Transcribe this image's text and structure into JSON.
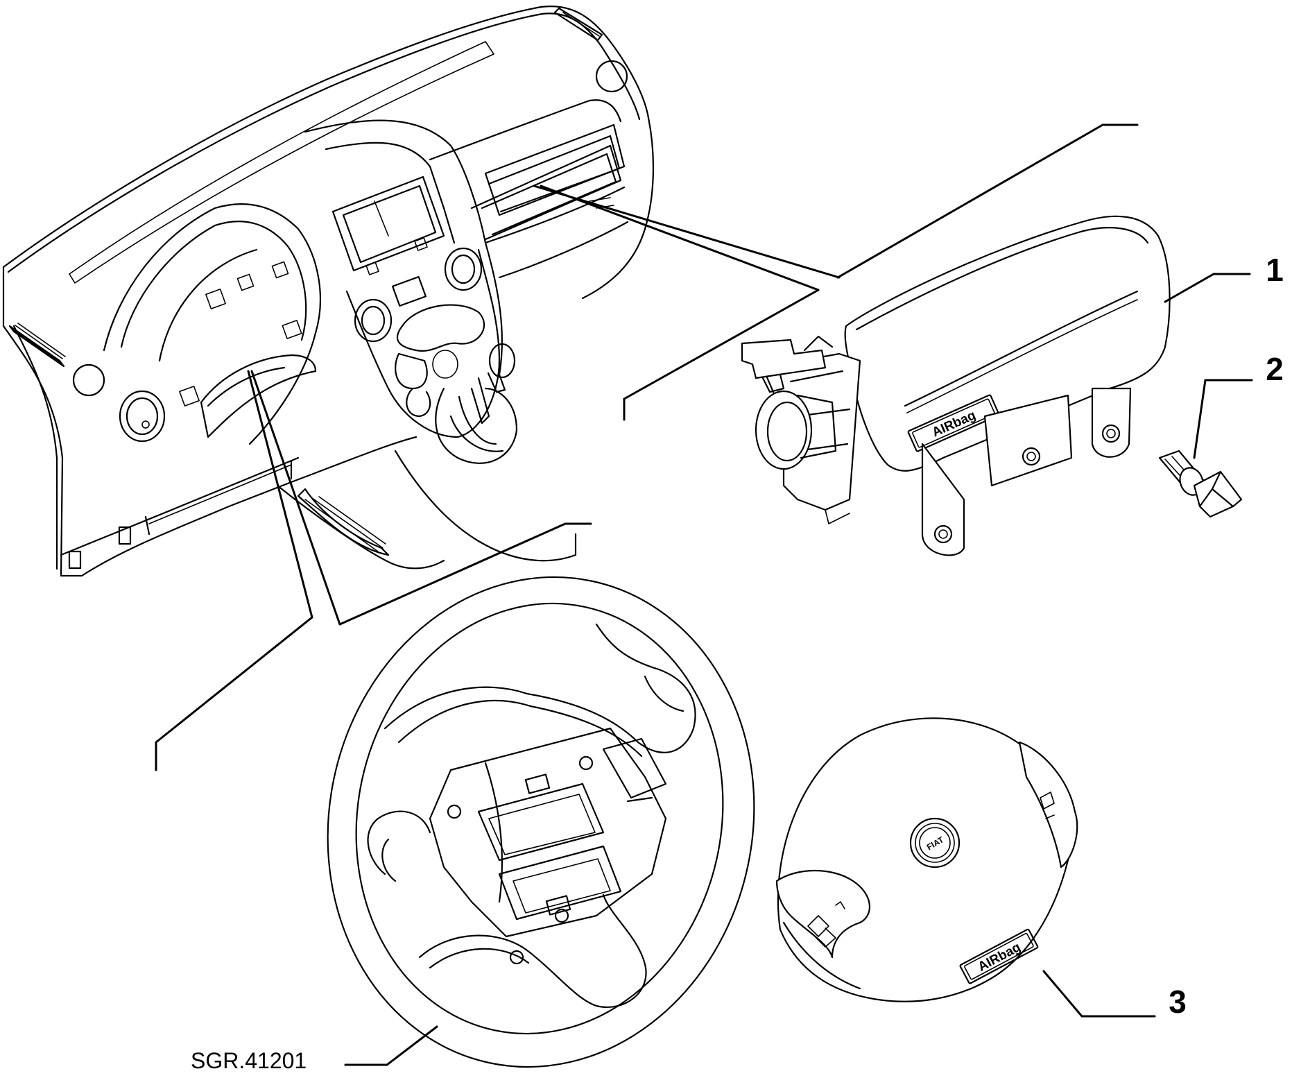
{
  "diagram": {
    "drawing_code": "SGR.41201",
    "callouts": [
      {
        "id": "1",
        "label": "1"
      },
      {
        "id": "2",
        "label": "2"
      },
      {
        "id": "3",
        "label": "3"
      }
    ],
    "passenger_airbag_badge": "AIRbag",
    "driver_airbag_badge": "AIRbag",
    "steering_hub_logo": "FIAT"
  }
}
